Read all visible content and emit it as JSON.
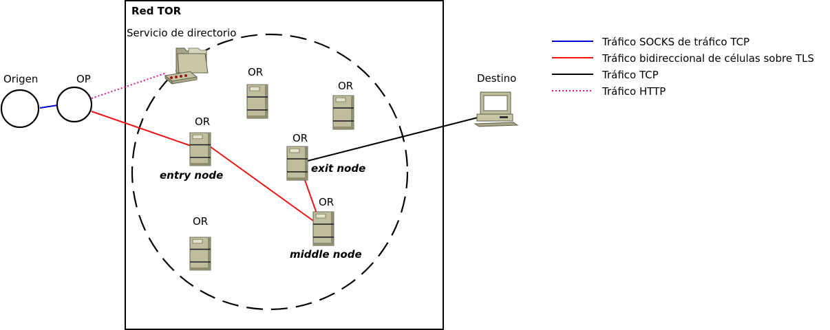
{
  "network": {
    "title": "Red TOR",
    "directory_label": "Servicio de directorio",
    "relay_label": "OR"
  },
  "endpoints": {
    "origin_label": "Origen",
    "op_label": "OP",
    "destination_label": "Destino"
  },
  "roles": {
    "entry": "entry node",
    "middle": "middle node",
    "exit": "exit node"
  },
  "legend": [
    {
      "label": "Tráfico SOCKS de tráfico TCP",
      "color": "#0000cc",
      "style": "solid"
    },
    {
      "label": "Tráfico bidireccional de células sobre TLS",
      "color": "#ee1111",
      "style": "solid"
    },
    {
      "label": "Tráfico TCP",
      "color": "#000000",
      "style": "solid"
    },
    {
      "label": "Tráfico HTTP",
      "color": "#e0118a",
      "style": "dotted"
    }
  ],
  "colors": {
    "server_body": "#bfbd9d",
    "server_shade": "#8f8d70",
    "box_border": "#000000"
  },
  "icons": {
    "relay": "server-tower-icon",
    "directory": "folder-server-icon",
    "destination": "desktop-computer-icon"
  }
}
